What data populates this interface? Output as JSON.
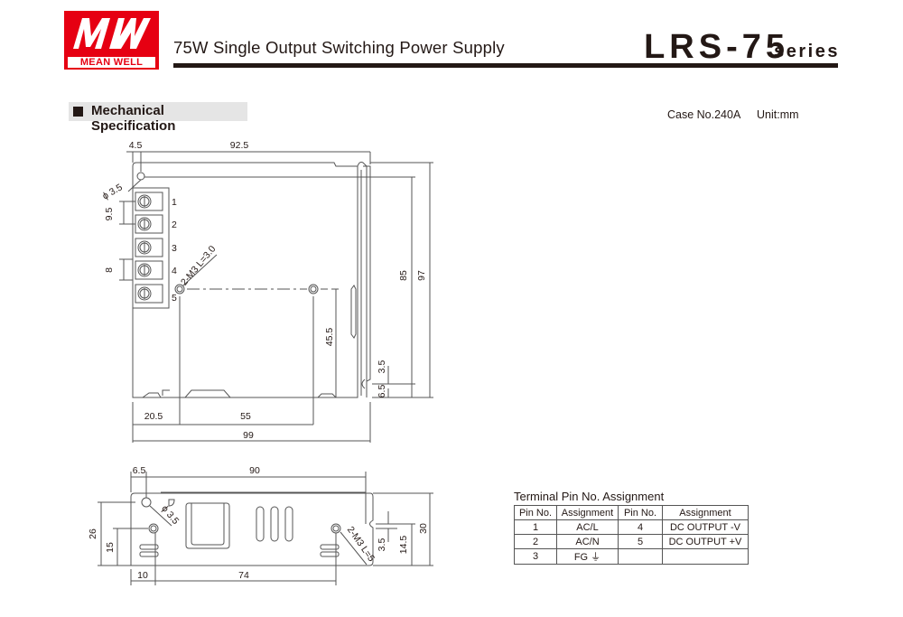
{
  "header": {
    "logo_text": "MEAN WELL",
    "logo_mark": "MW",
    "subtitle": "75W Single Output Switching Power Supply",
    "model": "LRS-75",
    "series": "series",
    "brand_color": "#e60012"
  },
  "section": {
    "title": "Mechanical Specification",
    "case_no": "Case No.240A",
    "unit": "Unit:mm"
  },
  "top_view": {
    "dims": {
      "left_offset": "4.5",
      "width_inner": "92.5",
      "hole_dia": "ϕ 3.5",
      "pitch": "9.5",
      "terminal": "8",
      "screw": "2-M3 L=3.0",
      "hole_height": "45.5",
      "height_inner": "85",
      "height_total": "97",
      "slot_a": "3.5",
      "slot_b": "6.5",
      "left_hole": "20.5",
      "hole_spacing": "55",
      "length_total": "99"
    },
    "terminal_numbers": [
      "1",
      "2",
      "3",
      "4",
      "5"
    ]
  },
  "side_view": {
    "dims": {
      "left_offset": "6.5",
      "width_inner": "90",
      "height_left": "26",
      "hole_height": "15",
      "hole_dia": "ϕ 3.5",
      "screw": "2-M3 L=5",
      "slot": "3.5",
      "slot_height": "14.5",
      "height_total": "30",
      "left_hole": "10",
      "hole_spacing": "74"
    }
  },
  "pin_table": {
    "title": "Terminal Pin No.  Assignment",
    "headers": [
      "Pin No.",
      "Assignment",
      "Pin No.",
      "Assignment"
    ],
    "rows": [
      [
        "1",
        "AC/L",
        "4",
        "DC OUTPUT -V"
      ],
      [
        "2",
        "AC/N",
        "5",
        "DC OUTPUT +V"
      ],
      [
        "3",
        "FG ⏚",
        "",
        ""
      ]
    ]
  }
}
